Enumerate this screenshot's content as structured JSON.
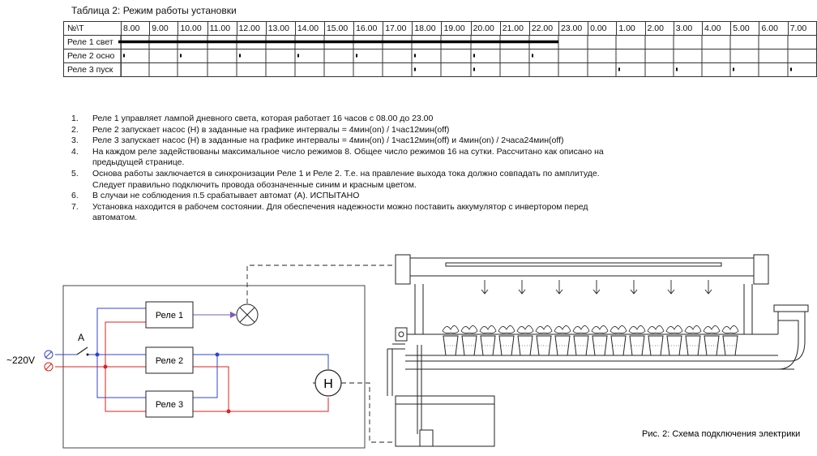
{
  "table_title": "Таблица 2: Режим работы установки",
  "schedule": {
    "corner": "№\\T",
    "hours": [
      "8.00",
      "9.00",
      "10.00",
      "11.00",
      "12.00",
      "13.00",
      "14.00",
      "15.00",
      "16.00",
      "17.00",
      "18.00",
      "19.00",
      "20.00",
      "21.00",
      "22.00",
      "23.00",
      "0.00",
      "1.00",
      "2.00",
      "3.00",
      "4.00",
      "5.00",
      "6.00",
      "7.00"
    ],
    "rows": [
      {
        "label": "Реле 1 свет",
        "on_from": "8.00",
        "on_to": "23.00"
      },
      {
        "label": "Реле 2 осно",
        "marks": [
          "8.00",
          "10.00",
          "12.00",
          "14.00",
          "16.00",
          "18.00",
          "20.00",
          "22.00"
        ]
      },
      {
        "label": "Реле 3 пуск",
        "marks": [
          "18.00",
          "20.00",
          "1.00",
          "3.00",
          "5.00",
          "7.00"
        ]
      }
    ]
  },
  "notes": [
    {
      "num": "1.",
      "text": "Реле 1 управляет лампой дневного света, которая работает 16 часов с 08.00 до 23.00"
    },
    {
      "num": "2.",
      "text": "Реле 2 запускает насос (Н) в заданные на графике интервалы = 4мин(on) / 1час12мин(off)"
    },
    {
      "num": "3.",
      "text": "Реле 3 запускает насос (Н) в заданные на графике интервалы = 4мин(on) / 1час12мин(off) и 4мин(on) / 2часа24мин(off)"
    },
    {
      "num": "4.",
      "text": "На каждом реле задействованы максимальное число режимов 8. Общее число режимов 16 на сутки. Рассчитано как описано на предыдущей странице."
    },
    {
      "num": "5.",
      "text": "Основа работы заключается в синхронизации Реле 1 и Реле 2. Т.е. на правление выхода тока должно совпадать по амплитуде. Следует правильно подключить провода обозначенные синим и красным цветом."
    },
    {
      "num": "6.",
      "text": "В случаи не соблюдения п.5 срабатывает автомат (А). ИСПЫТАНО"
    },
    {
      "num": "7.",
      "text": "Установка находится в рабочем состоянии. Для обеспечения надежности можно поставить аккумулятор с инвертором перед автоматом."
    }
  ],
  "circuit": {
    "relay1": "Реле 1",
    "relay2": "Реле 2",
    "relay3": "Реле 3",
    "breaker": "А",
    "voltage": "~220V",
    "pump": "Н",
    "colors": {
      "blue": "#3344cc",
      "red": "#dd2222",
      "purple": "#7a5fb0"
    }
  },
  "figure_caption": "Рис. 2: Схема подключения электрики"
}
